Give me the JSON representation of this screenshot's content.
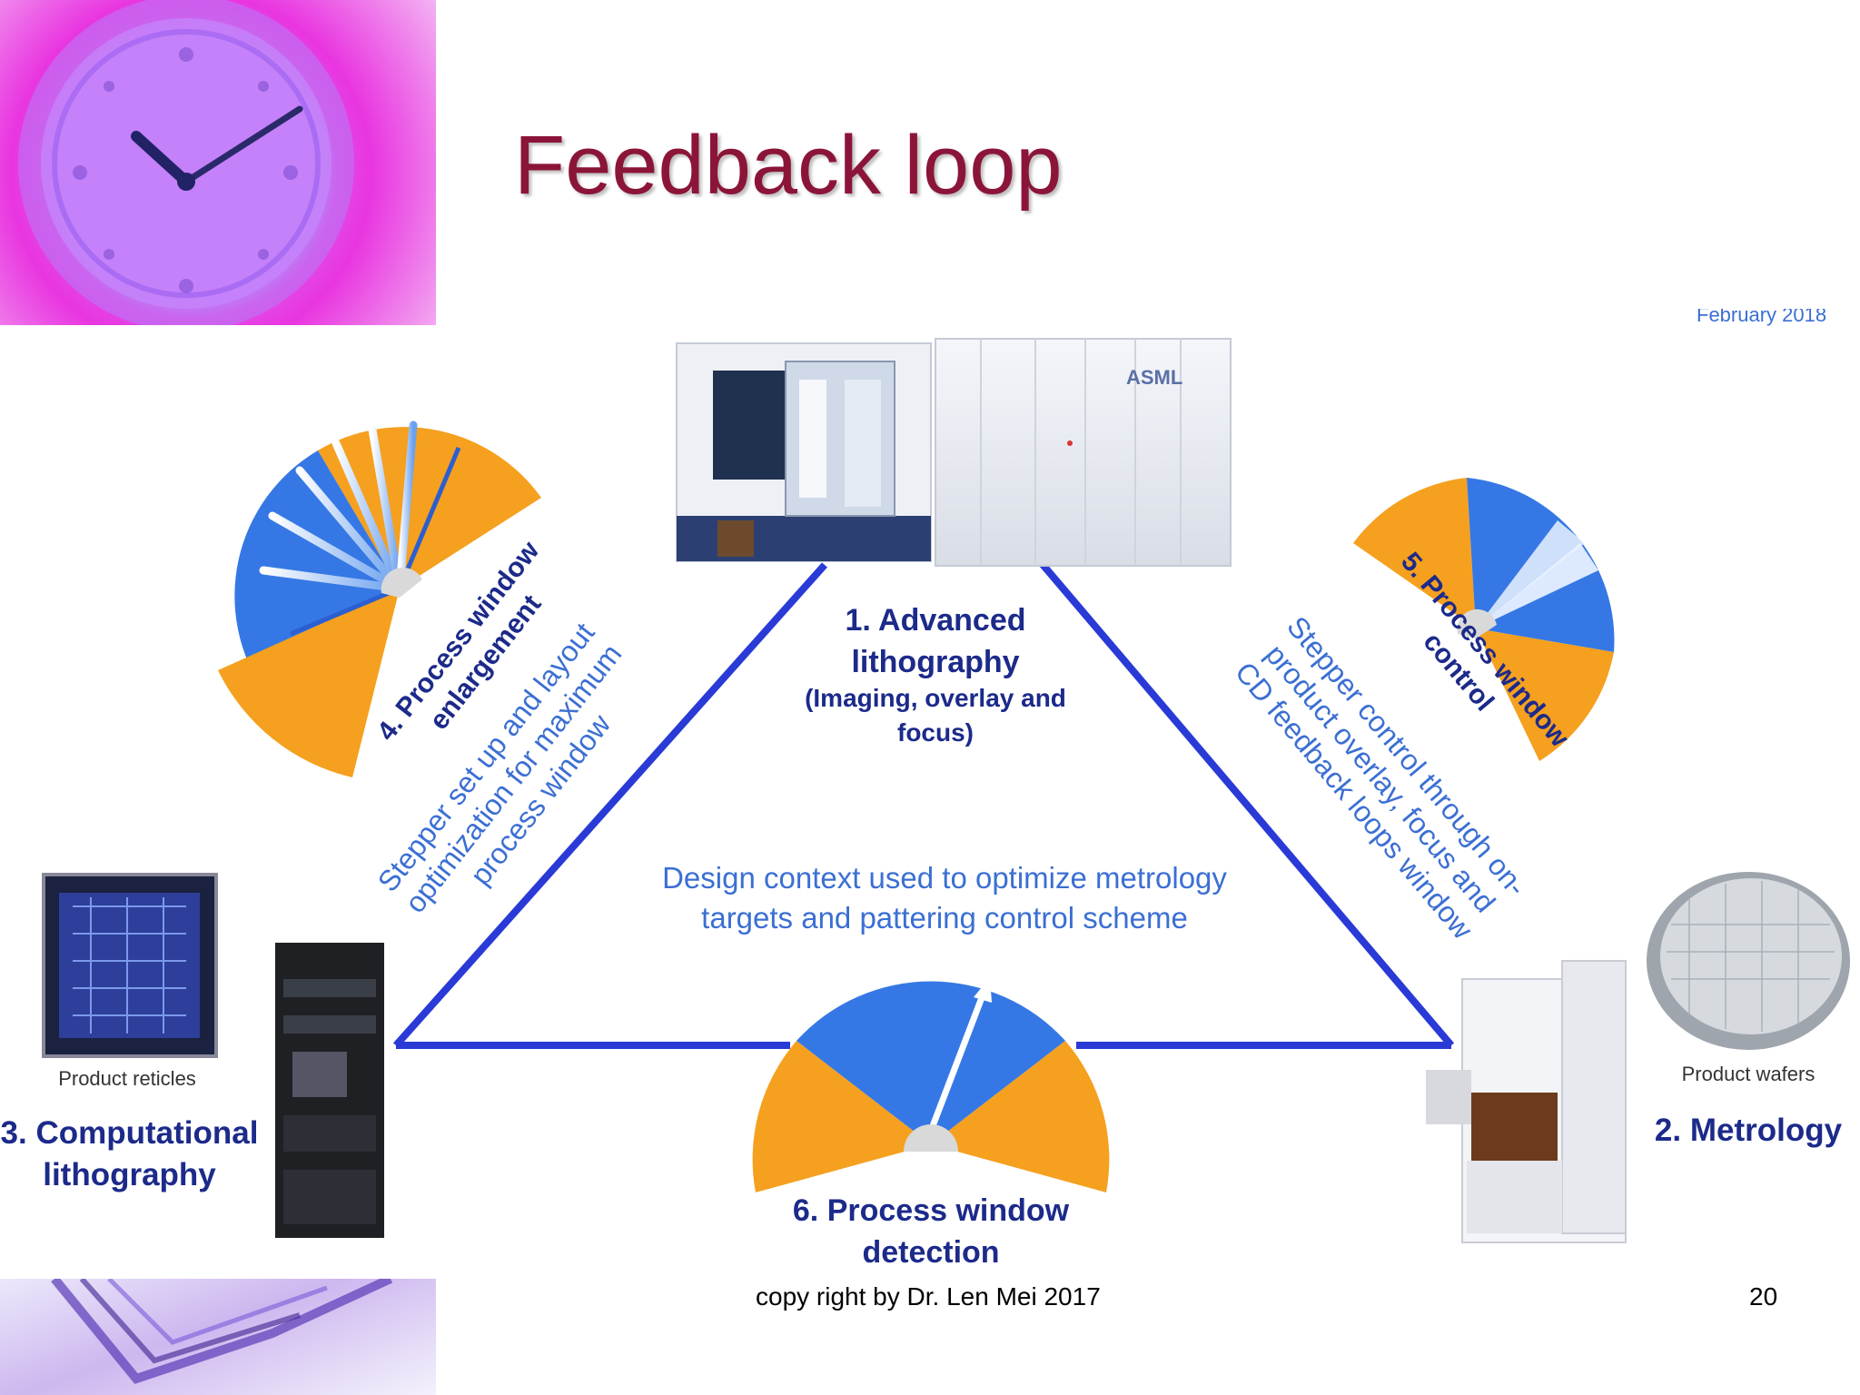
{
  "title": "Feedback loop",
  "header_partial_text": "February 2018",
  "nodes": {
    "lithography": {
      "title_line1": "1. Advanced",
      "title_line2": "lithography",
      "sub_line1": "(Imaging, overlay and",
      "sub_line2": "focus)"
    },
    "metrology": {
      "title": "2. Metrology",
      "product_label": "Product wafers"
    },
    "computational": {
      "title_line1": "3. Computational",
      "title_line2": "lithography",
      "product_label": "Product reticles"
    },
    "pw_enlargement": {
      "line1": "4. Process window",
      "line2": "enlargement"
    },
    "pw_control": {
      "line1": "5. Process window",
      "line2": "control"
    },
    "pw_detection": {
      "line1": "6. Process window",
      "line2": "detection"
    }
  },
  "edges": {
    "left": {
      "line1": "Stepper set up and layout",
      "line2": "optimization for maximum",
      "line3": "process window"
    },
    "right": {
      "line1": "Stepper control through on-",
      "line2": "product overlay, focus and",
      "line3": "CD feedback loops window"
    },
    "center": {
      "line1": "Design context used to optimize metrology",
      "line2": "targets and pattering control scheme"
    }
  },
  "brand_label": "ASML",
  "colors": {
    "title": "#8b1538",
    "loop_line": "#2a3ad6",
    "gauge_orange": "#f5a01f",
    "gauge_blue": "#3578e5",
    "label_dark": "#1c2a8a",
    "label_blue": "#3b6fd3"
  },
  "footer": "copy right by Dr. Len Mei 2017",
  "page_number": "20"
}
